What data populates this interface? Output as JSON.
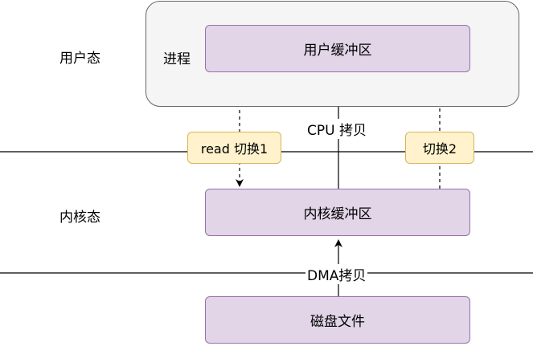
{
  "zones": {
    "user_mode": "用户态",
    "kernel_mode": "内核态"
  },
  "process": {
    "label": "进程",
    "user_buffer": "用户缓冲区"
  },
  "kernel_buffer": "内核缓冲区",
  "disk_file": "磁盘文件",
  "switches": {
    "read_switch_1": "read 切换1",
    "switch_2": "切换2"
  },
  "copies": {
    "cpu_copy": "CPU 拷贝",
    "dma_copy": "DMA拷贝"
  },
  "colors": {
    "process_fill": "#f5f5f5",
    "buffer_fill": "#e1d5e7",
    "buffer_stroke": "#9673a6",
    "switch_fill": "#fff2cc",
    "switch_stroke": "#d6b656"
  }
}
